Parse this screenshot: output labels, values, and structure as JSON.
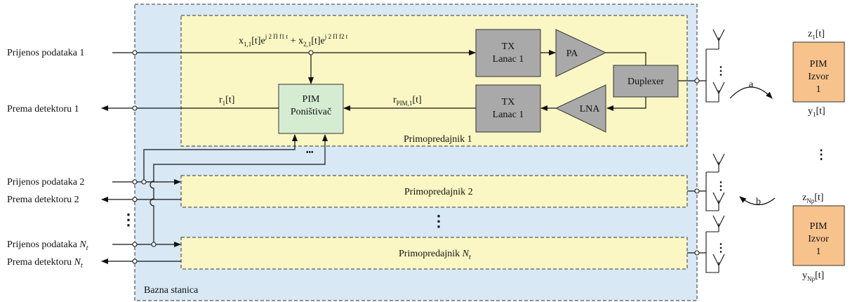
{
  "base_station": {
    "label": "Bazna stanica"
  },
  "inputs": {
    "tx1": "Prijenos podataka 1",
    "det1": "Prema detektoru 1",
    "tx2": "Prijenos podataka 2",
    "det2": "Prema detektoru 2",
    "txN_text": "Prijenos podataka ",
    "detN_text": "Prema detektoru ",
    "N_sym": "N",
    "N_sub": "t",
    "dots": "⋮"
  },
  "transceiver1": {
    "label": "Primopredajnik 1",
    "signal_top": {
      "x": "x",
      "x1_sub": "1,1",
      "bracket_t": "[t]e",
      "exp1": "j 2 Π f1 t",
      "plus": " + ",
      "x2_sub": "2,1",
      "exp2": "j 2 Π f2 t"
    },
    "r_label": {
      "base": "r",
      "sub": "1",
      "tail": "[t]"
    },
    "rpim_label": {
      "base": "r",
      "sub": "PIM,1",
      "tail": "[t]"
    },
    "tx_upper": {
      "line1": "TX",
      "line2": "Lanac 1"
    },
    "tx_lower": {
      "line1": "TX",
      "line2": "Lanac 1"
    },
    "pa": "PA",
    "lna": "LNA",
    "duplexer": "Duplexer",
    "pim_canceller": {
      "line1": "PIM",
      "line2": "Poništivač"
    },
    "dots": "•••"
  },
  "transceiver2": {
    "label": "Primopredajnik 2"
  },
  "transceiverN": {
    "label_text": "Primopredajnik ",
    "N_sym": "N",
    "N_sub": "t"
  },
  "middle_dots": "⋮",
  "pim_sources": {
    "source1": {
      "line1": "PIM",
      "line2": "Izvor",
      "line3": "1",
      "z": {
        "base": "z",
        "sub": "1",
        "tail": "[t]"
      },
      "y": {
        "base": "y",
        "sub": "1",
        "tail": "[t]"
      }
    },
    "sourceN": {
      "line1": "PIM",
      "line2": "Izvor",
      "line3": "1",
      "z": {
        "base": "z",
        "sub": "Np",
        "tail": "[t]"
      },
      "y": {
        "base": "y",
        "sub": "Np",
        "tail": "[t]"
      }
    },
    "dots": "⋮"
  },
  "arrows": {
    "a": "a",
    "b": "b"
  },
  "colors": {
    "base_station_fill": "#d8e8f5",
    "transceiver_fill": "#fbf7c4",
    "tx_block_fill": "#a9a9a9",
    "canceller_fill": "#d5ecd2",
    "pim_source_fill": "#f7c28c"
  }
}
